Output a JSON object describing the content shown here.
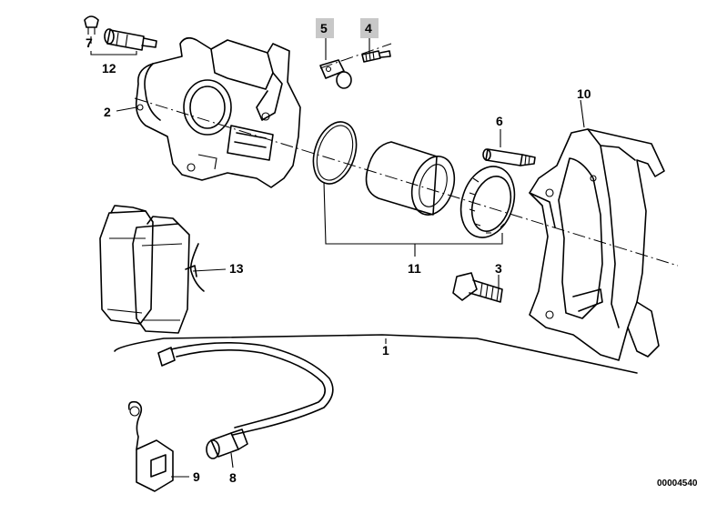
{
  "diagram_code": "00004540",
  "callouts": {
    "c1": "1",
    "c2": "2",
    "c3": "3",
    "c4": "4",
    "c5": "5",
    "c6": "6",
    "c7": "7",
    "c8": "8",
    "c9": "9",
    "c10": "10",
    "c11": "11",
    "c12": "12",
    "c13": "13"
  },
  "highlighted_callouts": [
    "4",
    "5"
  ],
  "colors": {
    "line": "#000000",
    "highlight_box": "#c8c8c8",
    "background": "#ffffff"
  }
}
